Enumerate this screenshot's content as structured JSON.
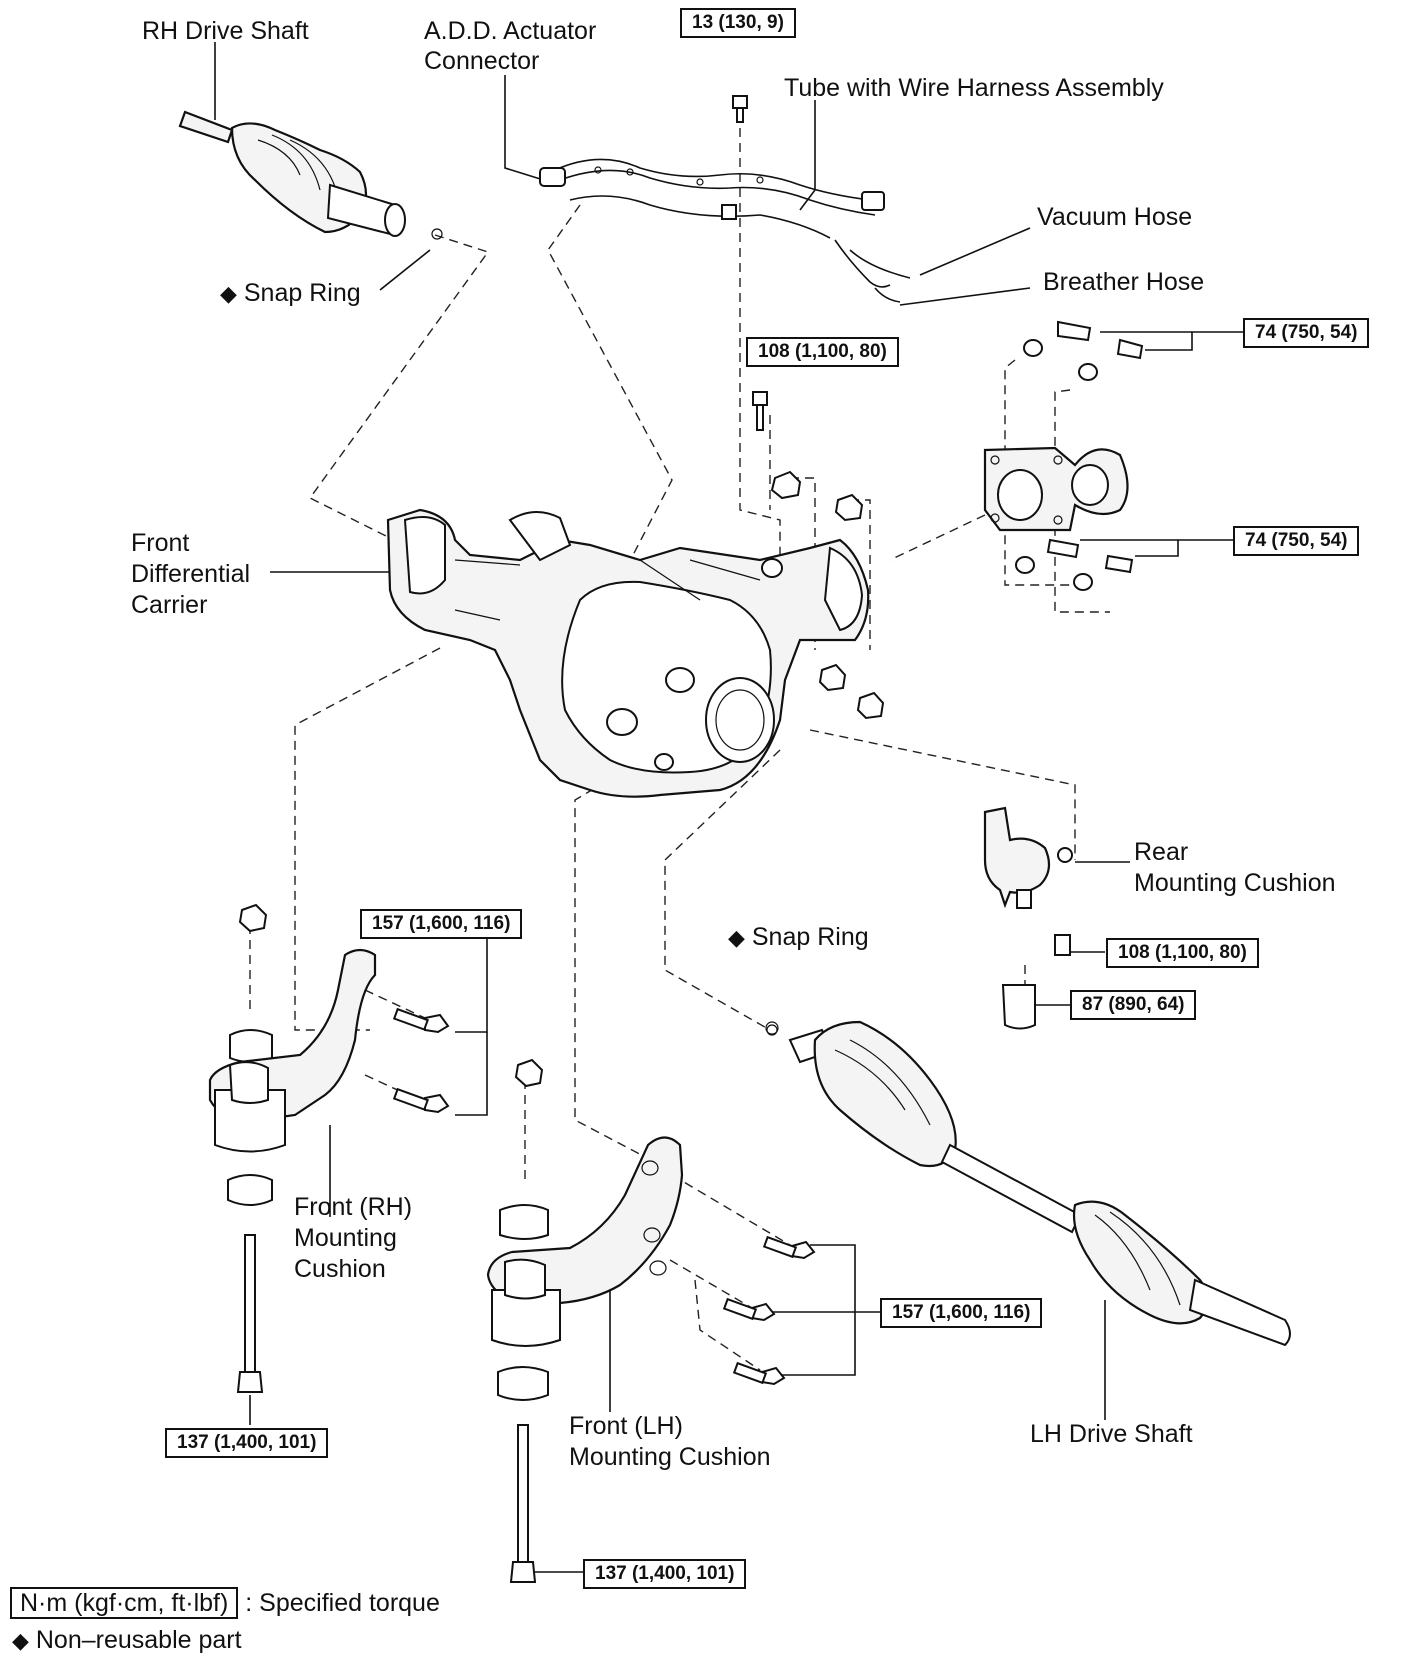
{
  "labels": {
    "rh_drive_shaft": "RH Drive Shaft",
    "add_actuator_connector_l1": "A.D.D.  Actuator",
    "add_actuator_connector_l2": "Connector",
    "tube_wire_harness": "Tube with Wire Harness Assembly",
    "vacuum_hose": "Vacuum Hose",
    "breather_hose": "Breather Hose",
    "snap_ring_top": "Snap Ring",
    "front_diff_l1": "Front",
    "front_diff_l2": "Differential",
    "front_diff_l3": "Carrier",
    "rear_mount_l1": "Rear",
    "rear_mount_l2": "Mounting Cushion",
    "snap_ring_bottom": "Snap Ring",
    "front_rh_l1": "Front (RH)",
    "front_rh_l2": "Mounting",
    "front_rh_l3": "Cushion",
    "front_lh_l1": "Front (LH)",
    "front_lh_l2": "Mounting Cushion",
    "lh_drive_shaft": "LH Drive Shaft"
  },
  "torque_specs": {
    "t_13": "13 (130, 9)",
    "t_108_top": "108 (1,100, 80)",
    "t_74_top": "74 (750, 54)",
    "t_74_bottom": "74 (750, 54)",
    "t_157_rh": "157 (1,600, 116)",
    "t_108_rear": "108 (1,100, 80)",
    "t_87": "87 (890, 64)",
    "t_157_lh": "157 (1,600, 116)",
    "t_137_rh": "137 (1,400, 101)",
    "t_137_lh": "137 (1,400, 101)"
  },
  "legend": {
    "unit_box": "N·m (kgf·cm, ft·lbf)",
    "unit_desc": ": Specified torque",
    "nonreusable": "Non–reusable part",
    "diamond_symbol": "◆"
  }
}
